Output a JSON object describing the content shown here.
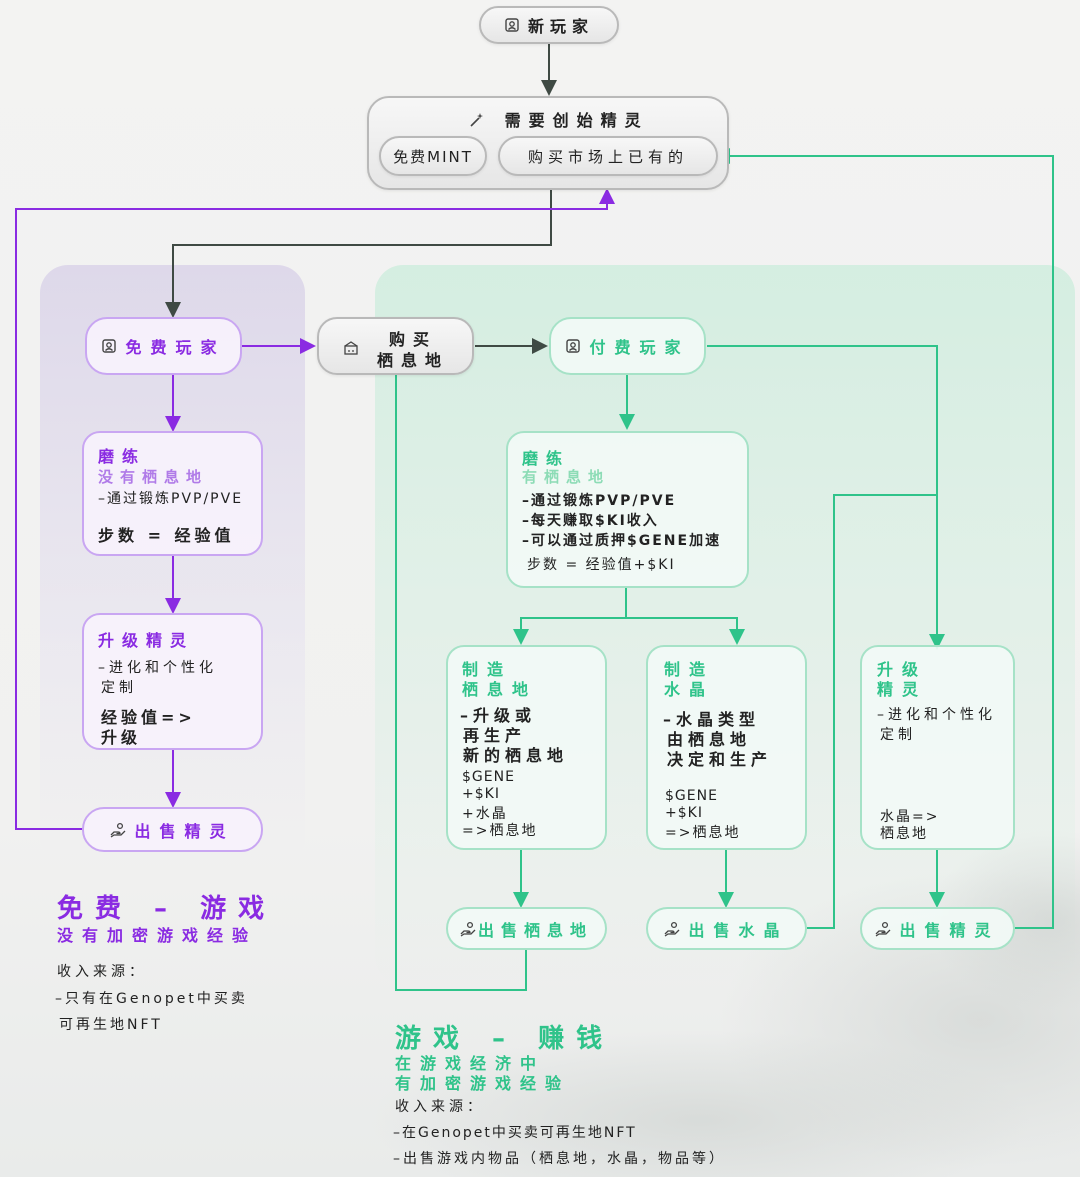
{
  "diagram": {
    "start": "新玩家",
    "need": {
      "title": "需要创始精灵",
      "option_mint": "免费MINT",
      "option_buy": "购买市场上已有的"
    },
    "buy_habitat": {
      "line1": "购买",
      "line2": "栖息地"
    },
    "free_player": "免费玩家",
    "paid_player": "付费玩家",
    "free_train": {
      "title": "磨练",
      "subtitle": "没有栖息地",
      "item1": "–通过锻炼PVP/PVE",
      "formula": "步数 = 经验值"
    },
    "free_upgrade": {
      "title": "升级精灵",
      "item_line1": "–进化和个性化",
      "item_line2": "定制",
      "formula_line1": "经验值=>",
      "formula_line2": "升级"
    },
    "free_sell": "出售精灵",
    "paid_train": {
      "title": "磨练",
      "subtitle": "有栖息地",
      "item1": "–通过锻炼PVP/PVE",
      "item2": "–每天赚取$KI收入",
      "item3": "–可以通过质押$GENE加速",
      "formula": "步数 = 经验值+$KI"
    },
    "make_habitat": {
      "title_line1": "制造",
      "title_line2": "栖息地",
      "desc_line1": "–升级或",
      "desc_line2": "再生产",
      "desc_line3": "新的栖息地",
      "cost_line1": "$GENE",
      "cost_line2": "+$KI",
      "cost_line3": "+水晶",
      "cost_line4": "=>栖息地"
    },
    "make_crystal": {
      "title_line1": "制造",
      "title_line2": "水晶",
      "desc_line1": "–水晶类型",
      "desc_line2": "由栖息地",
      "desc_line3": "决定和生产",
      "cost_line1": "$GENE",
      "cost_line2": "+$KI",
      "cost_line3": "=>栖息地"
    },
    "paid_upgrade": {
      "title_line1": "升级",
      "title_line2": "精灵",
      "item_line1": "–进化和个性化",
      "item_line2": "定制",
      "cost_line1": "水晶=>",
      "cost_line2": "栖息地"
    },
    "sell_habitat": "出售栖息地",
    "sell_crystal": "出售水晶",
    "sell_sprite": "出售精灵"
  },
  "free_section": {
    "heading": "免费 – 游戏",
    "subheading": "没有加密游戏经验",
    "income_label": "收入来源：",
    "income_line1": "–只有在Genopet中买卖",
    "income_line2": "可再生地NFT"
  },
  "paid_section": {
    "heading": "游戏 – 赚钱",
    "subheading_line1": "在游戏经济中",
    "subheading_line2": "有加密游戏经验",
    "income_label": "收入来源：",
    "income_line1": "–在Genopet中买卖可再生地NFT",
    "income_line2": "–出售游戏内物品（栖息地，水晶，物品等）"
  },
  "colors": {
    "free_accent": "#8a2be2",
    "paid_accent": "#2fc38a",
    "neutral_line": "#3f4a44"
  },
  "icons": [
    "profile-icon",
    "magic-wand-icon",
    "habitat-icon",
    "hand-give-icon"
  ]
}
